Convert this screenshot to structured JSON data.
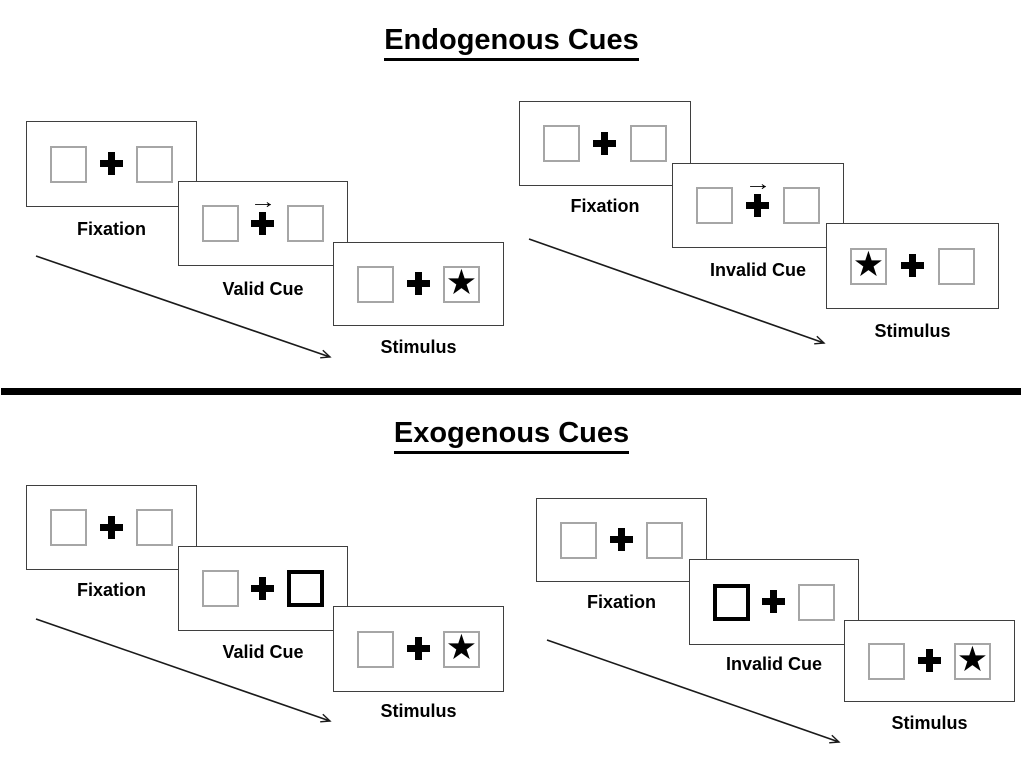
{
  "sections": [
    {
      "title": "Endogenous Cues",
      "trials": [
        {
          "name": "endogenous-valid",
          "panels": [
            {
              "label": "Fixation",
              "left_glyph": "",
              "right_glyph": "",
              "left_strong": "false",
              "right_strong": "false",
              "cue_arrow": "false"
            },
            {
              "label": "Valid Cue",
              "left_glyph": "",
              "right_glyph": "",
              "left_strong": "false",
              "right_strong": "false",
              "cue_arrow": "true"
            },
            {
              "label": "Stimulus",
              "left_glyph": "",
              "right_glyph": "★",
              "left_strong": "false",
              "right_strong": "false",
              "cue_arrow": "false"
            }
          ]
        },
        {
          "name": "endogenous-invalid",
          "panels": [
            {
              "label": "Fixation",
              "left_glyph": "",
              "right_glyph": "",
              "left_strong": "false",
              "right_strong": "false",
              "cue_arrow": "false"
            },
            {
              "label": "Invalid Cue",
              "left_glyph": "",
              "right_glyph": "",
              "left_strong": "false",
              "right_strong": "false",
              "cue_arrow": "true"
            },
            {
              "label": "Stimulus",
              "left_glyph": "★",
              "right_glyph": "",
              "left_strong": "false",
              "right_strong": "false",
              "cue_arrow": "false"
            }
          ]
        }
      ]
    },
    {
      "title": "Exogenous Cues",
      "trials": [
        {
          "name": "exogenous-valid",
          "panels": [
            {
              "label": "Fixation",
              "left_glyph": "",
              "right_glyph": "",
              "left_strong": "false",
              "right_strong": "false",
              "cue_arrow": "false"
            },
            {
              "label": "Valid Cue",
              "left_glyph": "",
              "right_glyph": "",
              "left_strong": "false",
              "right_strong": "true",
              "cue_arrow": "false"
            },
            {
              "label": "Stimulus",
              "left_glyph": "",
              "right_glyph": "★",
              "left_strong": "false",
              "right_strong": "false",
              "cue_arrow": "false"
            }
          ]
        },
        {
          "name": "exogenous-invalid",
          "panels": [
            {
              "label": "Fixation",
              "left_glyph": "",
              "right_glyph": "",
              "left_strong": "false",
              "right_strong": "false",
              "cue_arrow": "false"
            },
            {
              "label": "Invalid Cue",
              "left_glyph": "",
              "right_glyph": "",
              "left_strong": "true",
              "right_strong": "false",
              "cue_arrow": "false"
            },
            {
              "label": "Stimulus",
              "left_glyph": "",
              "right_glyph": "★",
              "left_strong": "false",
              "right_strong": "false",
              "cue_arrow": "false"
            }
          ]
        }
      ]
    }
  ],
  "icons": {
    "star": "★",
    "cue_arrow": "→",
    "fixation_cross": "+ (rendered as CSS cross shape)"
  },
  "colors": {
    "ink": "#000000",
    "panel_border": "#3f3f3f",
    "placeholder_box_border": "#a6a6a6",
    "background": "#ffffff"
  }
}
